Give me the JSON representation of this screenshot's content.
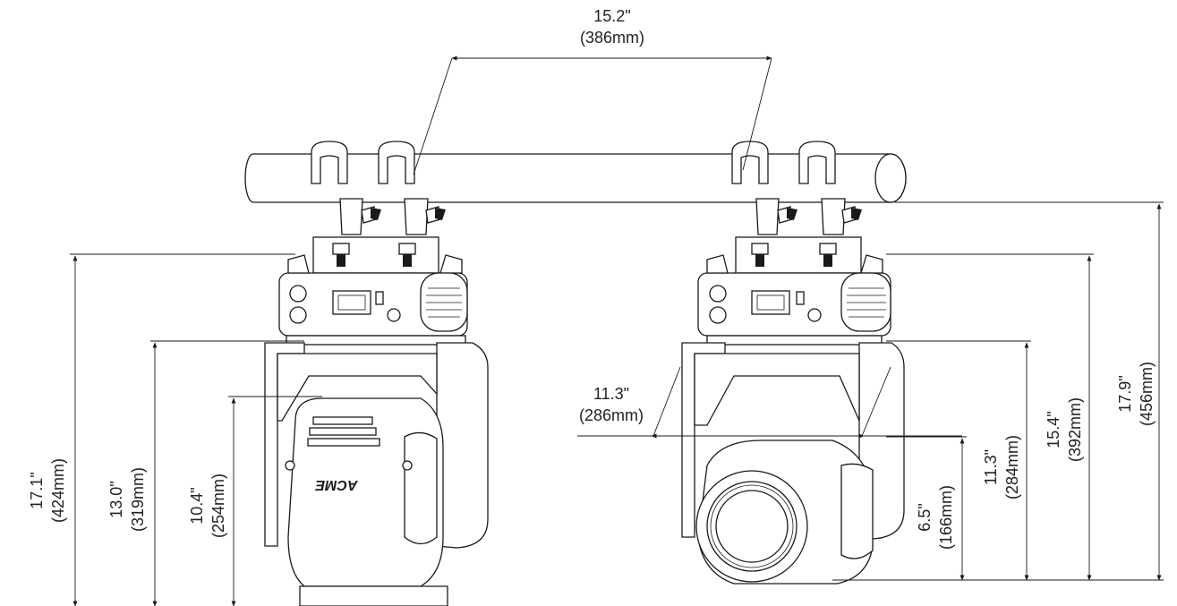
{
  "dimensions": {
    "top_width": {
      "inch": "15.2\"",
      "mm": "(386mm)"
    },
    "left_total": {
      "inch": "17.1\"",
      "mm": "(424mm)"
    },
    "left_yoke": {
      "inch": "13.0\"",
      "mm": "(319mm)"
    },
    "left_head": {
      "inch": "10.4\"",
      "mm": "(254mm)"
    },
    "mid_width": {
      "inch": "11.3\"",
      "mm": "(286mm)"
    },
    "right_lens": {
      "inch": "6.5\"",
      "mm": "(166mm)"
    },
    "right_yoke": {
      "inch": "11.3\"",
      "mm": "(284mm)"
    },
    "right_base": {
      "inch": "15.4\"",
      "mm": "(392mm)"
    },
    "right_total": {
      "inch": "17.9\"",
      "mm": "(456mm)"
    }
  },
  "logo_text": "ACME"
}
